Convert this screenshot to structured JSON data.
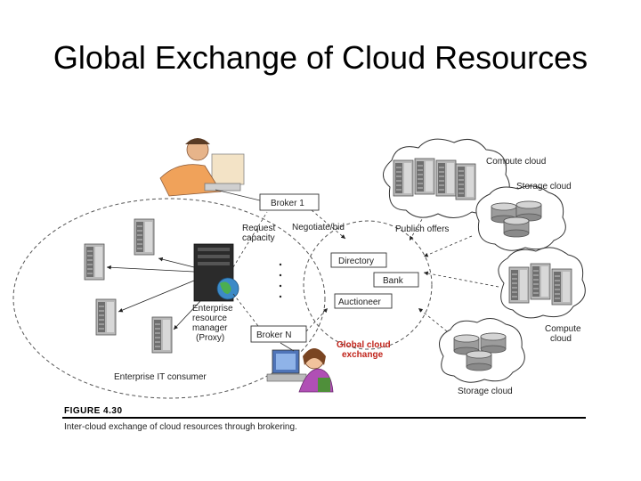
{
  "slide": {
    "title": "Global Exchange of Cloud Resources"
  },
  "diagram": {
    "broker_1": "Broker 1",
    "broker_n": "Broker N",
    "request_capacity": [
      "Request",
      "capacity"
    ],
    "negotiate_bid": "Negotiate/bid",
    "publish_offers": "Publish offers",
    "directory": "Directory",
    "bank": "Bank",
    "auctioneer": "Auctioneer",
    "global_exchange": [
      "Global cloud",
      "exchange"
    ],
    "erm": [
      "Enterprise",
      "resource",
      "manager",
      "(Proxy)"
    ],
    "enterprise_consumer": "Enterprise IT consumer",
    "compute_cloud_top": "Compute cloud",
    "storage_cloud_top": "Storage cloud",
    "compute_cloud_right": [
      "Compute",
      "cloud"
    ],
    "storage_cloud_bottom": "Storage cloud"
  },
  "figure": {
    "label": "FIGURE 4.30",
    "caption": "Inter-cloud exchange of cloud resources through brokering."
  },
  "colors": {
    "exchange_label": "#c0241b",
    "server": "#9a9a9a",
    "cloud_outline": "#333333"
  }
}
